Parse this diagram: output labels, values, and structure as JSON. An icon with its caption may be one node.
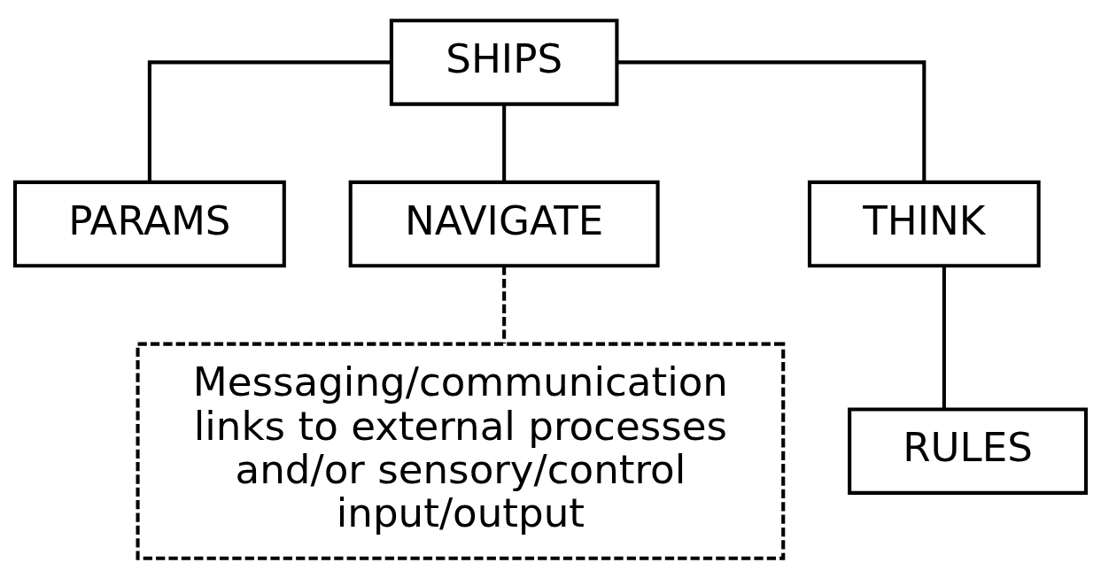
{
  "diagram": {
    "nodes": [
      {
        "text": [
          "SHIPS"
        ]
      },
      {
        "text": [
          "PARAMS"
        ]
      },
      {
        "text": [
          "NAVIGATE"
        ]
      },
      {
        "text": [
          "THINK"
        ]
      },
      {
        "text": [
          "Messaging/communication links to external processes and/or sensory/control input/output"
        ]
      },
      {
        "text": [
          "RULES"
        ]
      }
    ],
    "edges": [
      {
        "from": 0,
        "to": 1,
        "arrow": "none"
      },
      {
        "from": 0,
        "to": 2,
        "arrow": "none"
      },
      {
        "from": 0,
        "to": 3,
        "arrow": "none"
      },
      {
        "from": 2,
        "to": 4,
        "arrow": "none",
        "style": "dashed"
      },
      {
        "from": 3,
        "to": 5,
        "arrow": "none"
      }
    ]
  }
}
